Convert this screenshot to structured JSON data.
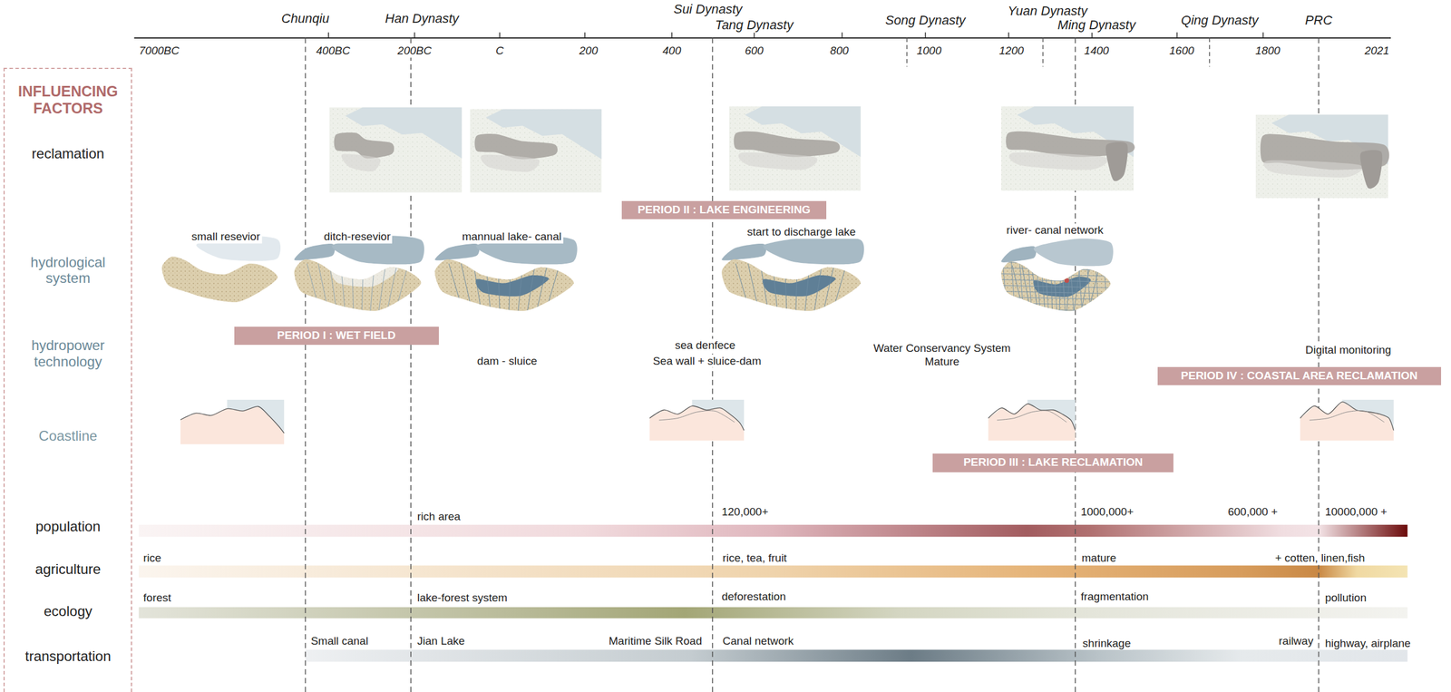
{
  "diagram": {
    "nodes": [
      {
        "text": [
          "INFLUENCING FACTORS",
          "reclamation",
          "hydrological system",
          "hydropower technology",
          "Coastline",
          "population",
          "agriculture",
          "ecology",
          "transportation"
        ]
      },
      {
        "text": [
          "PERIOD I : WET FIELD"
        ]
      },
      {
        "text": [
          "PERIOD II : LAKE ENGINEERING"
        ]
      },
      {
        "text": [
          "PERIOD III : LAKE RECLAMATION"
        ]
      },
      {
        "text": [
          "PERIOD IV : COASTAL AREA RECLAMATION"
        ]
      }
    ],
    "labels": [
      "Chunqiu",
      "Han Dynasty",
      "Sui Dynasty",
      "Tang Dynasty",
      "Song Dynasty",
      "Yuan Dynasty",
      "Ming Dynasty",
      "Qing Dynasty",
      "PRC",
      "7000BC",
      "400BC",
      "200BC",
      "C",
      "200",
      "400",
      "600",
      "800",
      "1000",
      "1200",
      "1400",
      "1600",
      "1800",
      "2021",
      "small resevior",
      "ditch-resevior",
      "mannual lake- canal",
      "start to discharge lake",
      "river- canal network",
      "dam - sluice",
      "sea denfece",
      "Sea wall + sluice-dam",
      "Water Conservancy System Mature",
      "Digital monitoring",
      "rich area",
      "120,000+",
      "1000,000+",
      "600,000 +",
      "10000,000 +",
      "rice",
      "rice, tea, fruit",
      "mature",
      "+ cotten, linen,fish",
      "forest",
      "lake-forest system",
      "deforestation",
      "fragmentation",
      "pollution",
      "Small canal",
      "Jian Lake",
      "Maritime Silk Road",
      "Canal network",
      "shrinkage",
      "railway",
      "highway, airplane"
    ]
  }
}
